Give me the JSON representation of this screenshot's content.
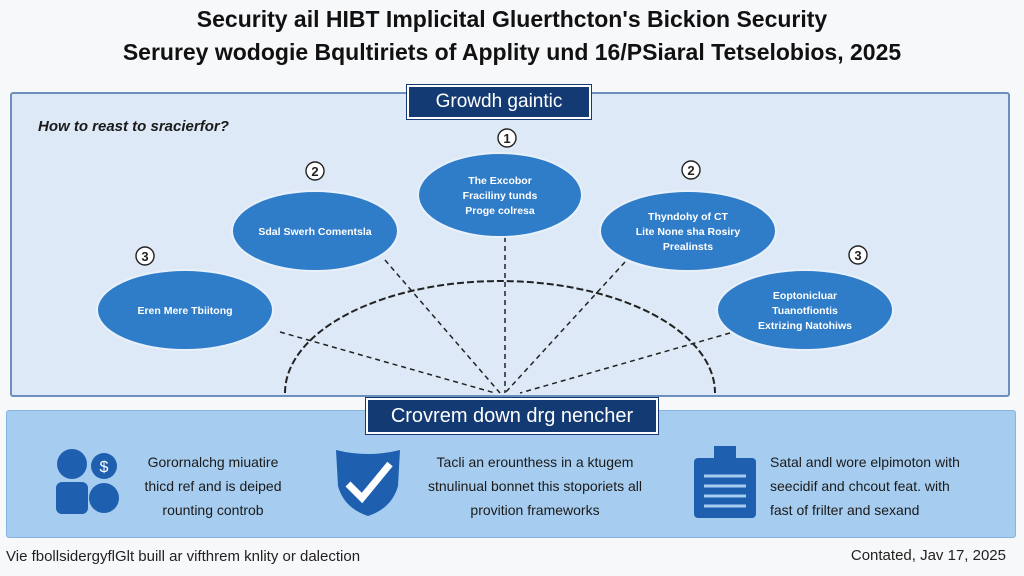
{
  "header": {
    "title_line1": "Security ail HIBT Implicital Gluerthcton's Bickion Security",
    "title_line2": "Serurey wodogie Bqultiriets of Applity und 16/PSiaral Tetselobios, 2025"
  },
  "top_panel": {
    "tag": "Growdh gaintic",
    "question": "How to reast to sracierfor?",
    "nodes": [
      {
        "number": "1",
        "lines": [
          "The Excobor",
          "Fraciliny tunds",
          "Proge colresa"
        ]
      },
      {
        "number": "2",
        "lines": [
          "Sdal Swerh Comentsla"
        ]
      },
      {
        "number": "2",
        "lines": [
          "Thyndohy of CT",
          "Lite None sha Rosiry",
          "Prealinsts"
        ]
      },
      {
        "number": "3",
        "lines": [
          "Eren Mere Tbiitong"
        ]
      },
      {
        "number": "3",
        "lines": [
          "Eoptonicluar",
          "Tuanotfiontis",
          "Extrizing Natohiws"
        ]
      }
    ]
  },
  "bottom_panel": {
    "tag": "Crovrem down drg nencher",
    "features": [
      {
        "icon": "users-icon",
        "lines": [
          "Gorornalchg miuatire",
          "thicd ref and is deiped",
          "rounting controb"
        ]
      },
      {
        "icon": "shield-check-icon",
        "lines": [
          "Tacli an erounthess in a ktugem",
          "stnulinual bonnet this stoporiets all",
          "provition frameworks"
        ]
      },
      {
        "icon": "document-list-icon",
        "lines": [
          "Satal andl wore elpimoton with",
          "seecidif and chcout feat. with",
          "fast of frilter and sexand"
        ]
      }
    ]
  },
  "footer": {
    "note": "Vie fbollsidergyflGlt buill ar vifthrem knlity or dalection",
    "date": "Contated, Jav 17, 2025"
  }
}
